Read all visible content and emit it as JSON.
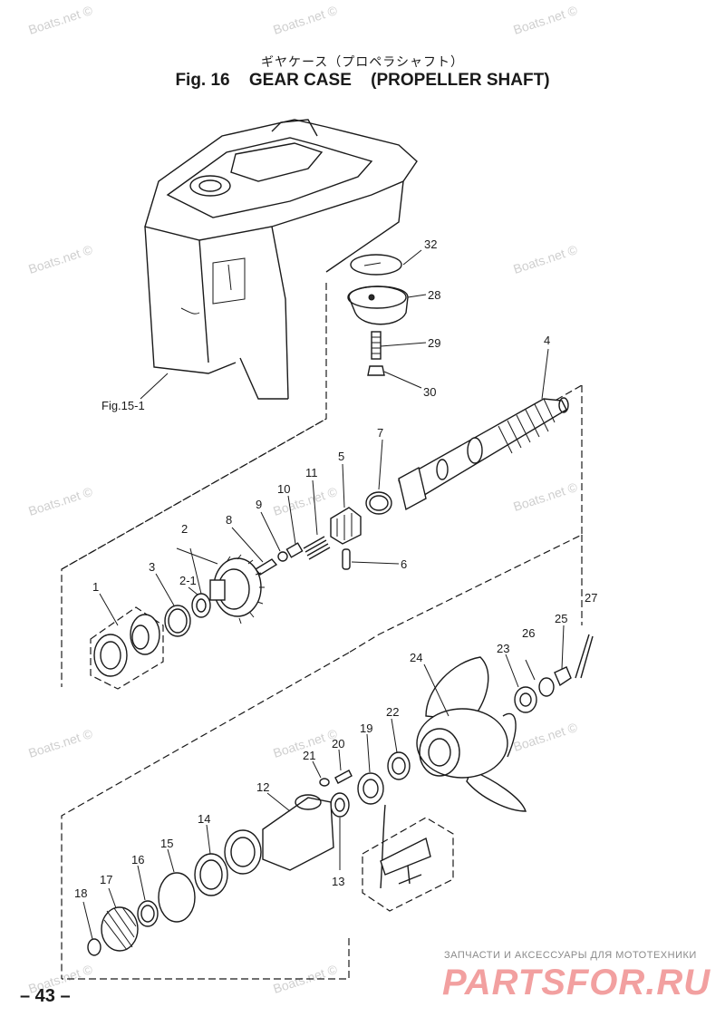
{
  "header": {
    "jp_title": "ギヤケース（プロペラシャフト）",
    "fig_number": "Fig. 16",
    "fig_title": "GEAR CASE",
    "fig_subtitle": "(PROPELLER SHAFT)"
  },
  "reference_label": "Fig.15-1",
  "parts": [
    {
      "id": "32",
      "label": "32"
    },
    {
      "id": "28",
      "label": "28"
    },
    {
      "id": "29",
      "label": "29"
    },
    {
      "id": "30",
      "label": "30"
    },
    {
      "id": "4",
      "label": "4"
    },
    {
      "id": "7",
      "label": "7"
    },
    {
      "id": "5",
      "label": "5"
    },
    {
      "id": "11",
      "label": "11"
    },
    {
      "id": "10",
      "label": "10"
    },
    {
      "id": "9",
      "label": "9"
    },
    {
      "id": "8",
      "label": "8"
    },
    {
      "id": "6",
      "label": "6"
    },
    {
      "id": "2",
      "label": "2"
    },
    {
      "id": "3",
      "label": "3"
    },
    {
      "id": "2-1",
      "label": "2-1"
    },
    {
      "id": "1",
      "label": "1"
    },
    {
      "id": "27",
      "label": "27"
    },
    {
      "id": "26",
      "label": "26"
    },
    {
      "id": "25",
      "label": "25"
    },
    {
      "id": "23",
      "label": "23"
    },
    {
      "id": "24",
      "label": "24"
    },
    {
      "id": "22",
      "label": "22"
    },
    {
      "id": "19",
      "label": "19"
    },
    {
      "id": "20",
      "label": "20"
    },
    {
      "id": "21",
      "label": "21"
    },
    {
      "id": "12",
      "label": "12"
    },
    {
      "id": "13",
      "label": "13"
    },
    {
      "id": "14",
      "label": "14"
    },
    {
      "id": "15",
      "label": "15"
    },
    {
      "id": "16",
      "label": "16"
    },
    {
      "id": "17",
      "label": "17"
    },
    {
      "id": "18",
      "label": "18"
    }
  ],
  "watermark": "Boats.net ©",
  "page_number": "– 43 –",
  "footer_ad": {
    "tagline": "ЗАПЧАСТИ И АКСЕССУАРЫ ДЛЯ МОТОТЕХНИКИ",
    "logo": "PARTSFOR.RU"
  }
}
